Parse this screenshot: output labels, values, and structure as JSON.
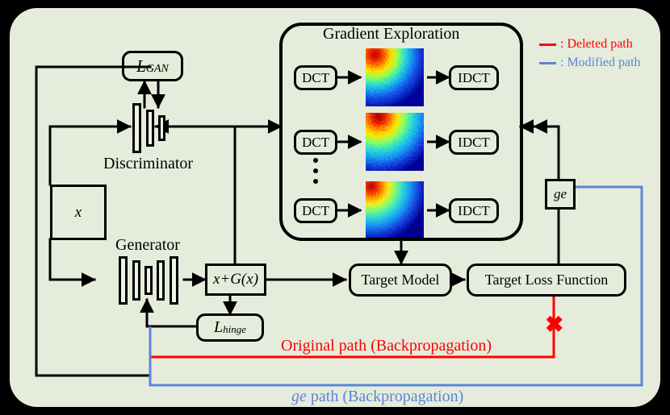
{
  "figure": {
    "background_color": "#000000",
    "panel_color": "#e5ecdb",
    "stroke_color": "#000000",
    "deleted_path_color": "#ff0000",
    "modified_path_color": "#5b86d6"
  },
  "legend": {
    "items": [
      {
        "dash": "—",
        "separator": ":",
        "label": "Deleted path",
        "color": "#ff0000"
      },
      {
        "dash": "—",
        "separator": ":",
        "label": "Modified path",
        "color": "#5b86d6"
      }
    ]
  },
  "nodes": {
    "l_gan": {
      "label": "L",
      "sub": "GAN"
    },
    "discriminator": {
      "label": "Discriminator"
    },
    "input_x": {
      "label": "x"
    },
    "generator": {
      "label": "Generator"
    },
    "x_plus_gx": {
      "label": "x+G(x)"
    },
    "l_hinge": {
      "label": "L",
      "sub": "hinge"
    },
    "gradient_exploration": {
      "title": "Gradient Exploration"
    },
    "dct": {
      "label": "DCT"
    },
    "idct": {
      "label": "IDCT"
    },
    "vdots": {
      "label": "⋮"
    },
    "ge_box": {
      "label": "ge"
    },
    "target_model": {
      "label": "Target Model"
    },
    "target_loss": {
      "label": "Target Loss Function"
    }
  },
  "rows": [
    {
      "dct": "DCT",
      "idct": "IDCT"
    },
    {
      "dct": "DCT",
      "idct": "IDCT"
    },
    {
      "dct": "DCT",
      "idct": "IDCT"
    }
  ],
  "annotations": {
    "original_path": {
      "text": "Original path (Backpropagation)",
      "color": "#ff0000"
    },
    "ge_path": {
      "text_italic": "ge",
      "text": " path (Backpropagation)",
      "color": "#5b86d6"
    },
    "deleted_marker": {
      "glyph": "✖",
      "color": "#ff0000"
    }
  }
}
